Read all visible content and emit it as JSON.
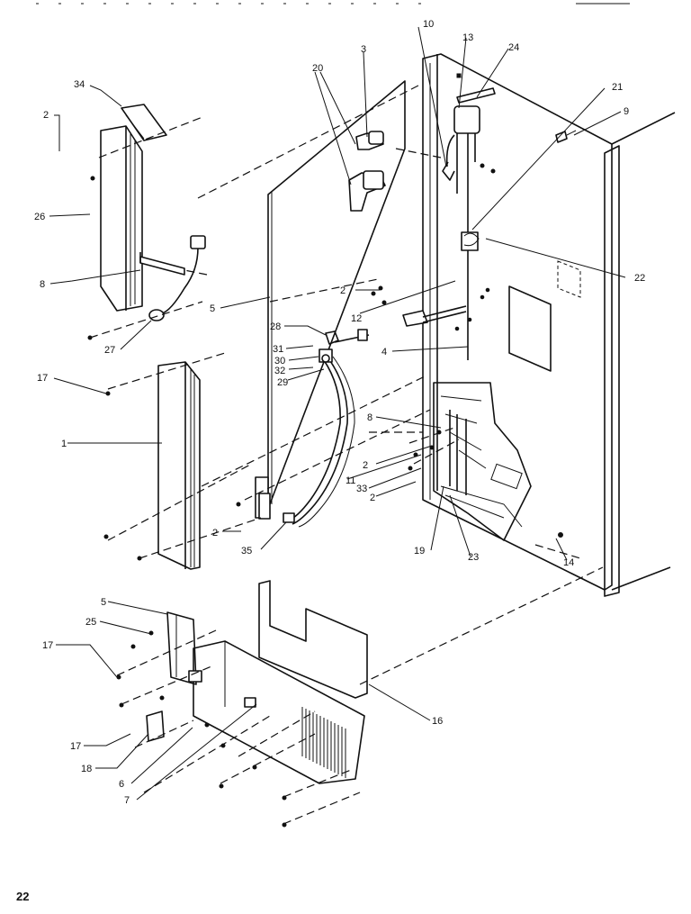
{
  "page_number": "22",
  "callouts": {
    "c34": "34",
    "c2a": "2",
    "c26": "26",
    "c8a": "8",
    "c27": "27",
    "c17a": "17",
    "c1": "1",
    "c5a": "5",
    "c28": "28",
    "c31": "31",
    "c30": "30",
    "c32": "32",
    "c29": "29",
    "c2b": "2",
    "c35": "35",
    "c20": "20",
    "c3": "3",
    "c10": "10",
    "c13": "13",
    "c24": "24",
    "c21": "21",
    "c9": "9",
    "c22": "22",
    "c2c": "2",
    "c12": "12",
    "c4": "4",
    "c8b": "8",
    "c2d": "2",
    "c11": "11",
    "c33": "33",
    "c2e": "2",
    "c19": "19",
    "c23": "23",
    "c14": "14",
    "c5b": "5",
    "c25": "25",
    "c17b": "17",
    "c17c": "17",
    "c18": "18",
    "c6": "6",
    "c7": "7",
    "c16": "16"
  }
}
